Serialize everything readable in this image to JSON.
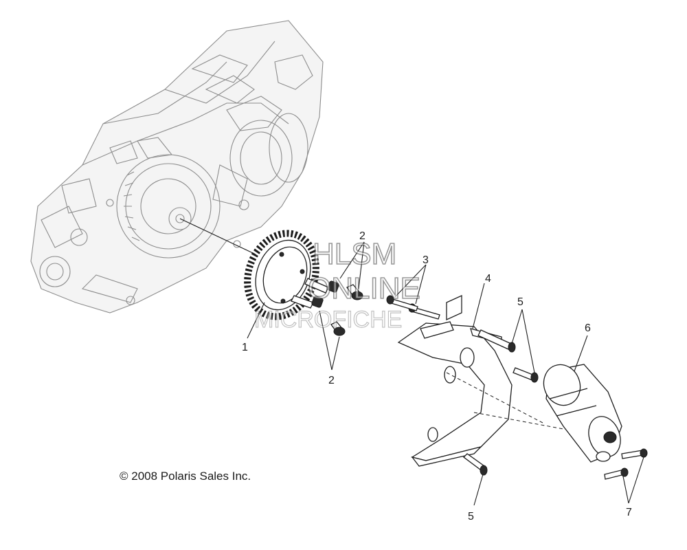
{
  "diagram": {
    "callouts": [
      {
        "id": "c1",
        "label": "1"
      },
      {
        "id": "c2a",
        "label": "2"
      },
      {
        "id": "c2b",
        "label": "2"
      },
      {
        "id": "c3",
        "label": "3"
      },
      {
        "id": "c4",
        "label": "4"
      },
      {
        "id": "c5a",
        "label": "5"
      },
      {
        "id": "c5b",
        "label": "5"
      },
      {
        "id": "c6",
        "label": "6"
      },
      {
        "id": "c7",
        "label": "7"
      }
    ],
    "copyright": "© 2008 Polaris Sales Inc.",
    "watermark": {
      "line1": "HLSM",
      "line2": "ONLINE",
      "line3": "MICROFICHE"
    }
  }
}
